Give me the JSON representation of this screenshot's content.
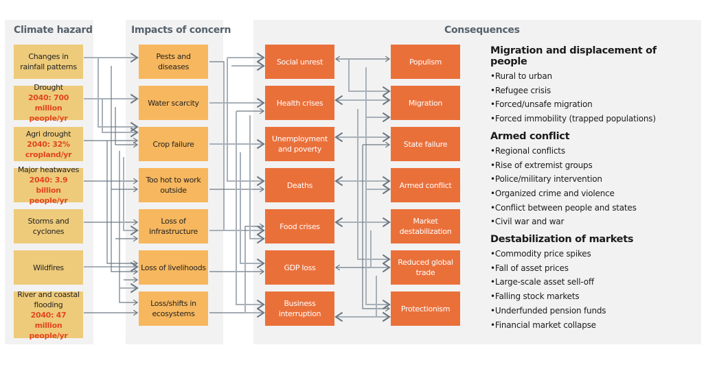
{
  "columns": {
    "hazard_title": "Climate hazard",
    "impacts_title": "Impacts of concern",
    "consequences_title": "Consequences"
  },
  "hazards": [
    {
      "label": "Changes in rainfall patterns",
      "stat": ""
    },
    {
      "label": "Drought",
      "stat": "2040: 700 million people/yr"
    },
    {
      "label": "Agri drought",
      "stat": "2040: 32% cropland/yr"
    },
    {
      "label": "Major heatwaves",
      "stat": "2040: 3.9 billion people/yr"
    },
    {
      "label": "Storms and cyclones",
      "stat": ""
    },
    {
      "label": "Wildfires",
      "stat": ""
    },
    {
      "label": "River and coastal flooding",
      "stat": "2040: 47 million people/yr"
    }
  ],
  "impacts": [
    {
      "label": "Pests and diseases"
    },
    {
      "label": "Water scarcity"
    },
    {
      "label": "Crop failure"
    },
    {
      "label": "Too hot to work outside"
    },
    {
      "label": "Loss of infrastructure"
    },
    {
      "label": "Loss of livelihoods"
    },
    {
      "label": "Loss/shifts in ecosystems"
    }
  ],
  "consequences_primary": [
    {
      "label": "Social unrest"
    },
    {
      "label": "Health crises"
    },
    {
      "label": "Unemployment and poverty"
    },
    {
      "label": "Deaths"
    },
    {
      "label": "Food crises"
    },
    {
      "label": "GDP loss"
    },
    {
      "label": "Business interruption"
    }
  ],
  "consequences_secondary": [
    {
      "label": "Populism"
    },
    {
      "label": "Migration"
    },
    {
      "label": "State failure"
    },
    {
      "label": "Armed conflict"
    },
    {
      "label": "Market destabilization"
    },
    {
      "label": "Reduced global trade"
    },
    {
      "label": "Protectionism"
    }
  ],
  "details": [
    {
      "heading": "Migration and displacement of people",
      "items": [
        "Rural to urban",
        "Refugee crisis",
        "Forced/unsafe migration",
        "Forced immobility (trapped populations)"
      ]
    },
    {
      "heading": "Armed conflict",
      "items": [
        "Regional conflicts",
        "Rise of extremist groups",
        "Police/military intervention",
        "Organized crime and violence",
        "Conflict between people and states",
        "Civil war and war"
      ]
    },
    {
      "heading": "Destabilization of markets",
      "items": [
        "Commodity price spikes",
        "Fall of asset prices",
        "Large-scale asset sell-off",
        "Falling stock markets",
        "Underfunded pension funds",
        "Financial market collapse"
      ]
    }
  ],
  "colors": {
    "hazard_box": "#eecb7a",
    "impact_box": "#f7b75e",
    "consequence_box": "#ea703a",
    "stat_text": "#e2461c",
    "connector": "#6b7783",
    "panel": "#f2f2f2"
  }
}
